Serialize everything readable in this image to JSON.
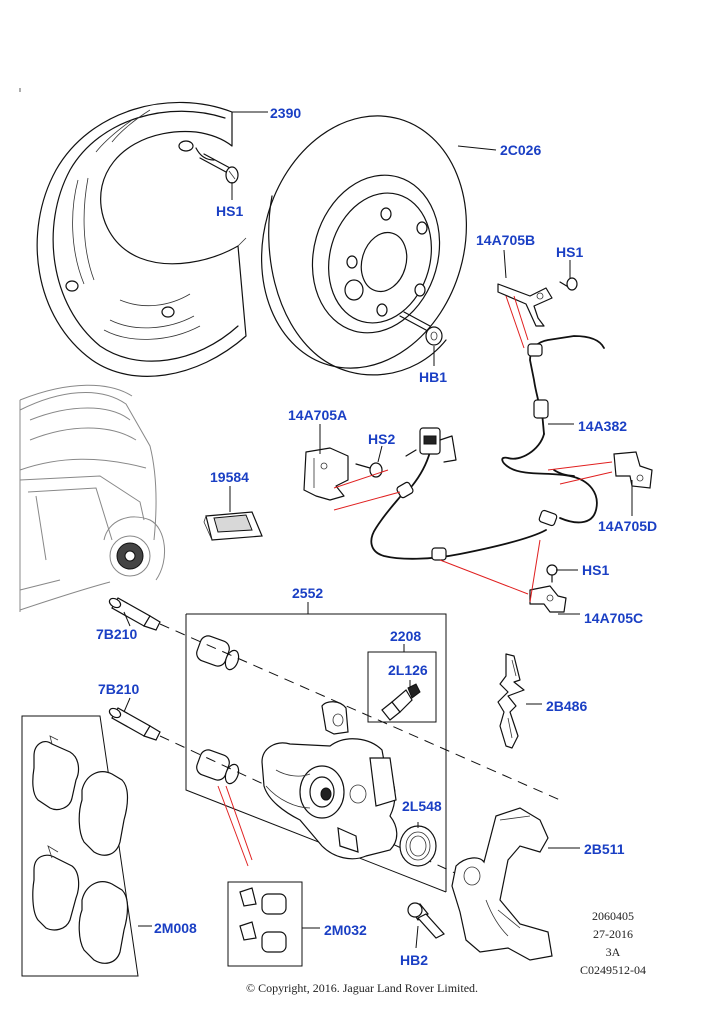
{
  "labels": {
    "backing_plate": "2390",
    "disc": "2C026",
    "hs1_backing_plate": "HS1",
    "hb1_disc": "HB1",
    "sensor_bracket_b": "14A705B",
    "hs1_bracket_b": "HS1",
    "sensor_bracket_a": "14A705A",
    "hs2_bracket_a": "HS2",
    "wear_sensor": "14A382",
    "grease_sachet": "19584",
    "sensor_bracket_d": "14A705D",
    "hs1_bracket_c": "HS1",
    "sensor_bracket_c": "14A705C",
    "caliper_assembly": "2552",
    "guide_pin_upper": "7B210",
    "guide_pin_lower": "7B210",
    "bleed_kit": "2208",
    "bleed_screw": "2L126",
    "anti_rattle_spring": "2B486",
    "piston_seal": "2L548",
    "caliper_carrier": "2B511",
    "pad_set": "2M008",
    "boot_kit": "2M032",
    "hb2_carrier": "HB2"
  },
  "reference": {
    "line1": "2060405",
    "line2": "27-2016",
    "line3": "3A",
    "line4": "C0249512-04"
  },
  "copyright": "© Copyright, 2016. Jaguar Land Rover Limited.",
  "colors": {
    "label": "#1a3fc4",
    "leader_red": "#e02020",
    "line": "#111111"
  }
}
